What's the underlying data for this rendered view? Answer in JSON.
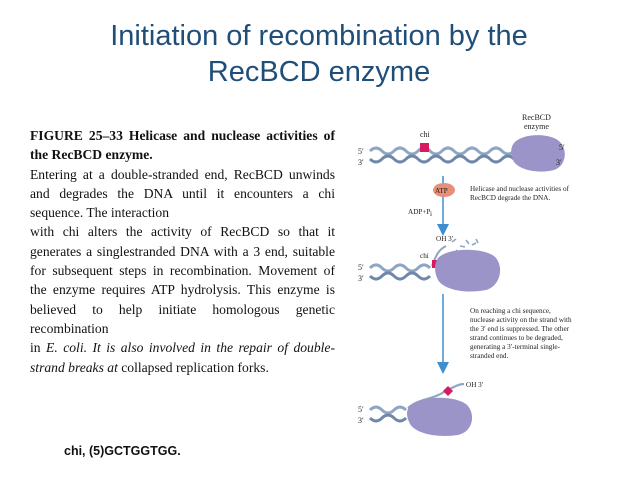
{
  "title": {
    "line1": "Initiation of recombination by the",
    "line2": "RecBCD enzyme"
  },
  "caption": {
    "heading": "FIGURE 25–33 Helicase and nuclease activities of the RecBCD enzyme.",
    "body1": "Entering at a double-stranded end, RecBCD unwinds and degrades the DNA until it encounters a chi sequence. The interaction",
    "body2": "with chi alters the activity of RecBCD so that it generates a singlestranded DNA with a 3 end, suitable for subsequent steps in recombination. Movement of the enzyme requires ATP hydrolysis. This enzyme is believed to help initiate homologous genetic recombination",
    "body3_lead": "in ",
    "body3_italic": "E. coli. It is also involved in the repair of double-strand breaks at",
    "body3_tail": " collapsed replication forks."
  },
  "footnote": "chi, (5)GCTGGTGG.",
  "figure": {
    "enzyme_label_line1": "RecBCD",
    "enzyme_label_line2": "enzyme",
    "chi_label": "chi",
    "prime5": "5′",
    "prime3": "3′",
    "atp": "ATP",
    "adp": "ADP+P",
    "adp_sub": "i",
    "oh3": "OH 3′",
    "note1_line1": "Helicase and nuclease activities of",
    "note1_line2": "RecBCD degrade the DNA.",
    "note2_line1": "On reaching a chi sequence,",
    "note2_line2": "nuclease activity on the strand with",
    "note2_line3": "the 3′ end is suppressed. The other",
    "note2_line4": "strand continues to be degraded,",
    "note2_line5": "generating a 3′-terminal single-",
    "note2_line6": "stranded end."
  },
  "colors": {
    "title": "#1f4e79",
    "enzyme": "#9b94c9",
    "dna": "#8fa5c2",
    "chi": "#d81b60",
    "atp": "#e88f7a",
    "arrow": "#3e8fd0"
  }
}
